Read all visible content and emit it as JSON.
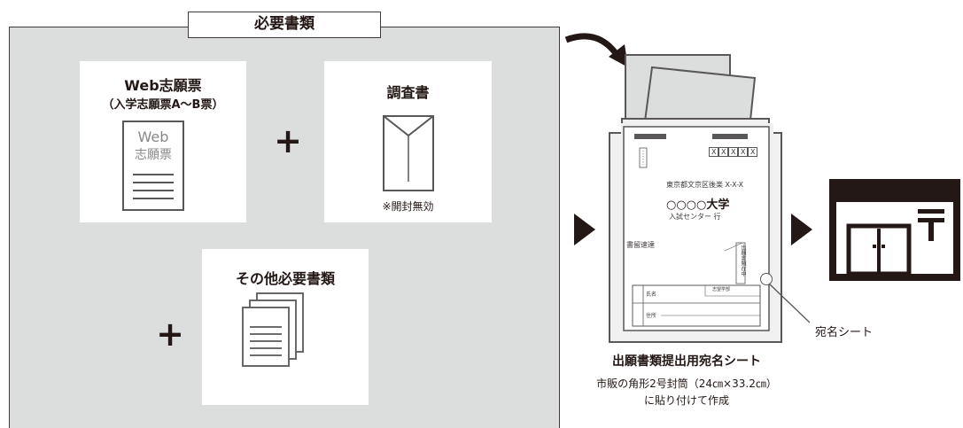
{
  "panel": {
    "title": "必要書類"
  },
  "cards": {
    "web_form": {
      "title": "Web志願票",
      "subtitle": "（入学志願票A〜B票）",
      "icon_text_1": "Web",
      "icon_text_2": "志願票"
    },
    "report": {
      "title": "調査書",
      "note": "※開封無効"
    },
    "others": {
      "title": "その他必要書類"
    }
  },
  "plus_sign": "+",
  "envelope_label": {
    "address": "東京都文京区後楽 X-X-X",
    "university_prefix": "○○○○",
    "university_suffix": "大学",
    "center": "入試センター 行",
    "registered": "書留速達",
    "vertical_stamp": "出願書類在中",
    "digit_box": "X",
    "sender_name": "氏名",
    "sender_address": "住所",
    "exam_field": "志望学部"
  },
  "callout": "宛名シート",
  "caption": {
    "title": "出願書類提出用宛名シート",
    "line1": "市販の角形2号封筒（24㎝×33.2㎝）",
    "line2": "に貼り付けて作成"
  },
  "colors": {
    "panel_bg": "#dcdddd",
    "ink": "#231815",
    "envelope_bg": "#f0f0f0",
    "label_bar": "#595757"
  }
}
